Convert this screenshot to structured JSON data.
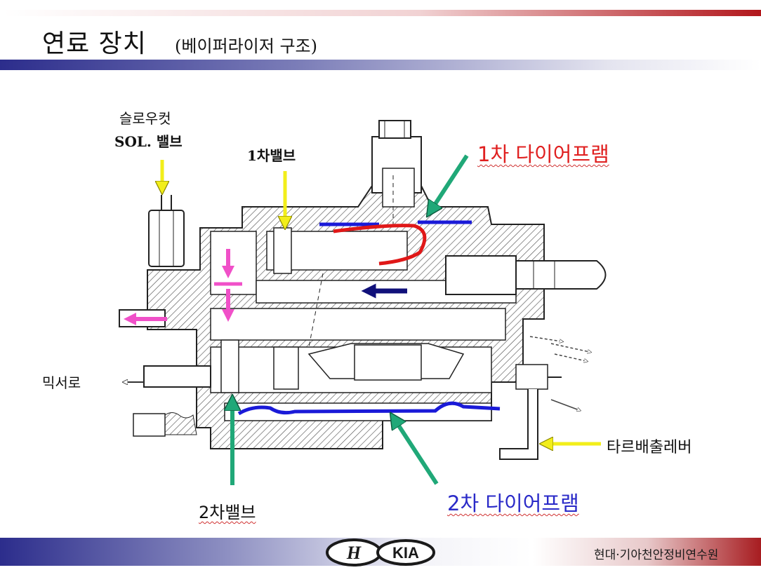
{
  "slide": {
    "title": "연료 장치",
    "subtitle": "(베이퍼라이저 구조)",
    "organization": "현대·기아천안정비연수원"
  },
  "labels": {
    "slow_cut_line1": "슬로우컷",
    "slow_cut_line2": "SOL. 밸브",
    "primary_valve": "1차밸브",
    "primary_diaphragm": "1차 다이어프램",
    "mixer_path": "믹서로",
    "tar_drain_lever": "타르배출레버",
    "secondary_valve": "2차밸브",
    "secondary_diaphragm": "2차 다이어프램"
  },
  "logos": {
    "hyundai": "H",
    "kia": "KIA"
  },
  "colors": {
    "title_text": "#111111",
    "primary_diaphragm_text": "#e02020",
    "secondary_diaphragm_text": "#2a2ac8",
    "yellow_arrow": "#f2ee1a",
    "green_arrow": "#20a878",
    "pink_flow": "#f050c8",
    "red_flow": "#e01818",
    "blue_flow": "#1a1ad8",
    "navy_flow": "#10107a",
    "hatch": "#555555"
  }
}
